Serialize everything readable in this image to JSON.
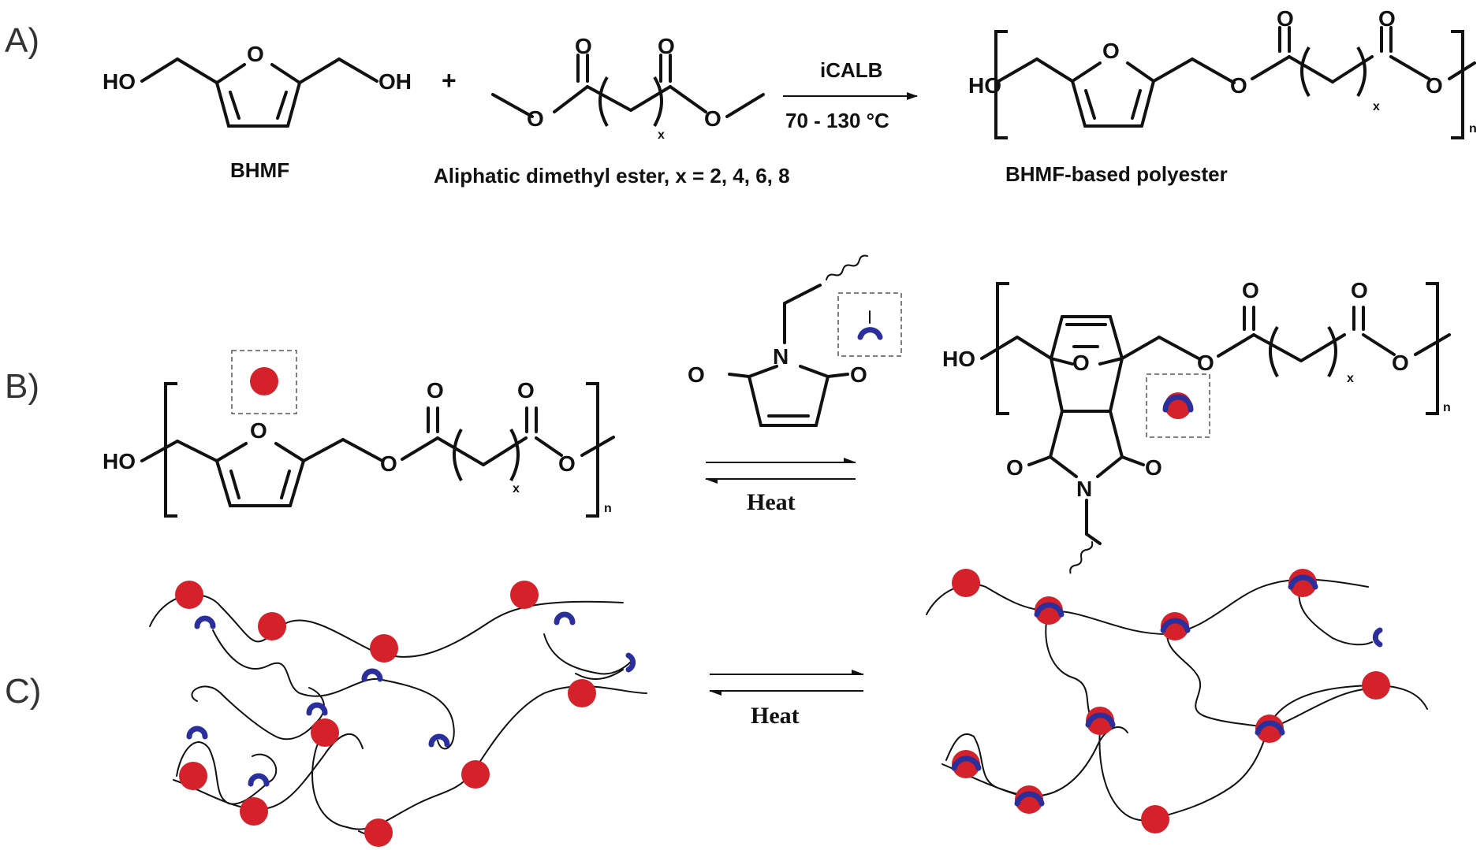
{
  "panels": {
    "a": "A)",
    "b": "B)",
    "c": "C)"
  },
  "atoms": {
    "ho": "HO",
    "oh": "OH",
    "o": "O",
    "n": "N",
    "plus": "+",
    "x": "x",
    "n_sub": "n"
  },
  "reaction_a": {
    "reactant1_name": "BHMF",
    "reactant2_name": "Aliphatic dimethyl ester, x = 2, 4, 6, 8",
    "catalyst": "iCALB",
    "temperature": "70 - 130 °C",
    "product_name": "BHMF-based polyester"
  },
  "reaction_b": {
    "reverse_condition": "Heat"
  },
  "reaction_c": {
    "reverse_condition": "Heat"
  },
  "colors": {
    "furan_marker": "#d4212a",
    "maleimide_marker": "#2b2f9c"
  }
}
